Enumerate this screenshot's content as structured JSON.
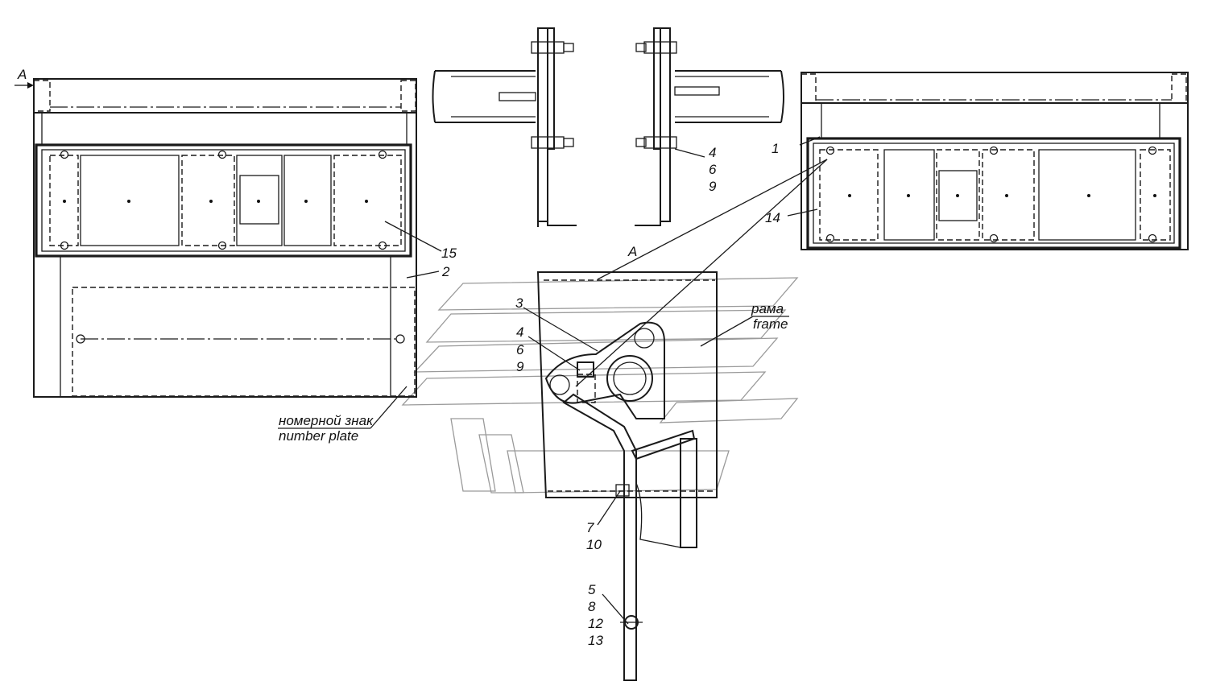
{
  "view_marker": "A",
  "labels": {
    "l1": "1",
    "l2": "2",
    "l3": "3",
    "l15": "15",
    "l14": "14",
    "l4a": "4",
    "l6a": "6",
    "l9a": "9",
    "l4b": "4",
    "l6b": "6",
    "l9b": "9",
    "l7": "7",
    "l10": "10",
    "l5": "5",
    "l8": "8",
    "l12": "12",
    "l13": "13"
  },
  "frame_label_ru": "рама",
  "frame_label_en": "frame",
  "plate_label_ru": "номерной знак",
  "plate_label_en": "number plate"
}
